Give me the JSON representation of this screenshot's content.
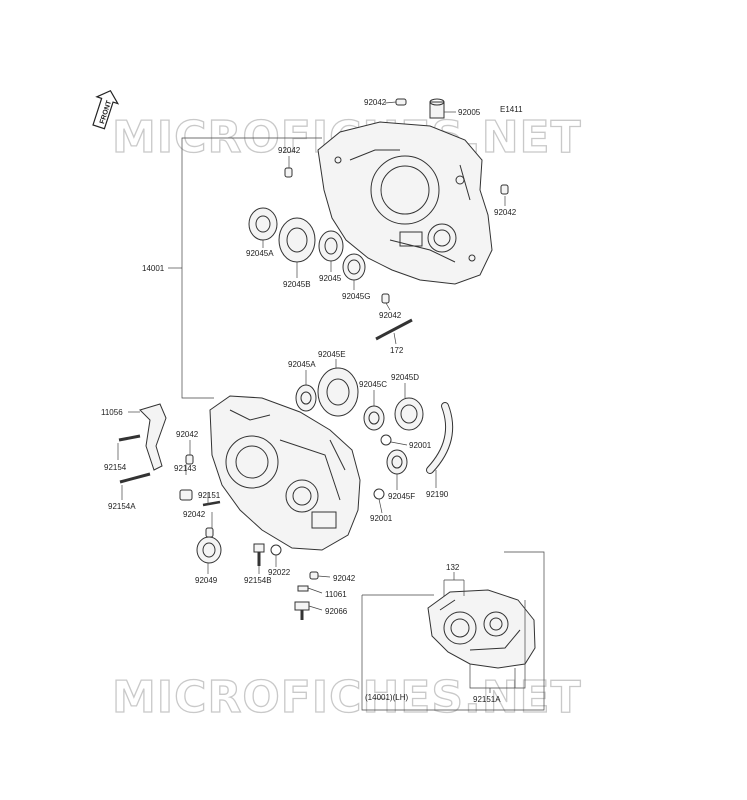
{
  "watermark": "MICROFICHES.NET",
  "front_badge": "FRONT",
  "labels": {
    "l92042_top": "92042",
    "l92005": "92005",
    "e1411": "E1411",
    "l92042_a": "92042",
    "l92042_b": "92042",
    "l92045a_top": "92045A",
    "l92045b": "92045B",
    "l92045": "92045",
    "l92045g": "92045G",
    "l92042_c": "92042",
    "l172": "172",
    "l14001": "14001",
    "l92045e": "92045E",
    "l92045a_mid": "92045A",
    "l92045c": "92045C",
    "l92045d": "92045D",
    "l11056": "11056",
    "l92042_d": "92042",
    "l92001_a": "92001",
    "l92154": "92154",
    "l92143": "92143",
    "l92151": "92151",
    "l92154a": "92154A",
    "l92045f": "92045F",
    "l92190": "92190",
    "l92042_e": "92042",
    "l92001_b": "92001",
    "l92049": "92049",
    "l92154b": "92154B",
    "l92022": "92022",
    "l92042_f": "92042",
    "l11061": "11061",
    "l92066": "92066",
    "l132": "132",
    "inset_caption": "(14001)(LH)",
    "l92151a": "92151A"
  }
}
